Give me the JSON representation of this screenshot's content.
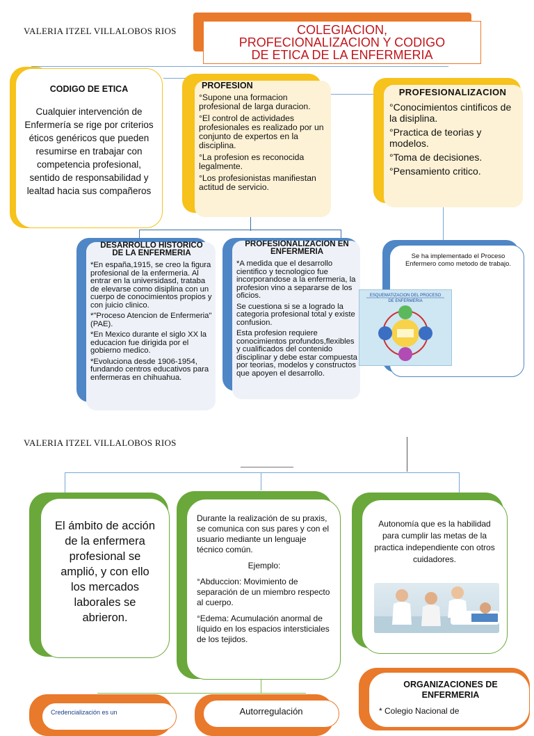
{
  "page1": {
    "author": "VALERIA ITZEL VILLALOBOS RIOS",
    "title": [
      "COLEGIACION,",
      "PROFECIONALIZACION Y CODIGO",
      "DE ETICA DE LA ENFERMERIA"
    ],
    "codigo": {
      "heading": "CODIGO DE ETICA",
      "body": "Cualquier intervención de Enfermería se rige por criterios éticos genéricos que pueden resumirse en trabajar con competencia profesional, sentido de responsabilidad y lealtad hacia sus compañeros"
    },
    "profesion": {
      "heading": "PROFESION",
      "items": [
        "°Supone una formacion profesional de larga duracion.",
        "°El control de actividades profesionales es realizado por un conjunto de expertos en la disciplina.",
        "°La profesion es reconocida legalmente.",
        "°Los profesionistas manifiestan actitud de servicio."
      ]
    },
    "profesionalizacion": {
      "heading": "PROFESIONALIZACION",
      "items": [
        "°Conocimientos cintificos de la disiplina.",
        "°Practica de teorias y modelos.",
        "°Toma de decisiones.",
        "°Pensamiento critico."
      ]
    },
    "desarrollo": {
      "heading": "DESARROLLO HISTORICO DE LA ENFERMERIA",
      "items": [
        "*En españa,1915, se creo la figura profesional de la enfermeria. Al entrar en la universidasd, trataba de elevarse como disiplina con un cuerpo de conocimientos propios y con juicio clinico.",
        "*\"Proceso Atencion de Enfermeria\" (PAE).",
        "*En Mexico durante el siglo XX la educacion fue dirigida por el gobierno medico.",
        "*Evoluciona desde 1906-1954, fundando centros educativos para enfermeras en chihuahua."
      ]
    },
    "prof_enf": {
      "heading": "PROFESIONALIZACION EN ENFERMERIA",
      "items": [
        "*A medida que el desarrollo cientifico y tecnologico fue incorporandose a la enfermeria, la profesion vino a separarse de los oficios.",
        "Se cuestiona si se a logrado la categoria profesional total y existe confusion.",
        "Esta profesion requiere conocimientos profundos,flexibles y cualificados del contenido disciplinar y debe estar compuesta por teorias, modelos y constructos que apoyen el desarrollo."
      ]
    },
    "proceso": {
      "text": "Se ha implementado el Proceso Enfermero como metodo de trabajo.",
      "diagram_title": [
        "ESQUEMATIZACION DEL PROCESO",
        "DE ENFERMERIA"
      ]
    }
  },
  "page2": {
    "author": "VALERIA ITZEL VILLALOBOS RIOS",
    "box1": "El ámbito de acción de la enfermera profesional se amplió, y con ello los mercados laborales se abrieron.",
    "box2": {
      "intro": "Durante la realización de su praxis, se comunica con sus pares y con el usuario mediante un lenguaje técnico común.",
      "ejemplo": "Ejemplo:",
      "items": [
        "°Abduccion: Movimiento de separación de un miembro respecto al cuerpo.",
        "°Edema: Acumulación anormal de líquido en los espacios intersticiales de los tejidos."
      ]
    },
    "box3": "Autonomía que es la habilidad para cumplir las metas de la practica independiente con otros cuidadores.",
    "org_heading": "ORGANIZACIONES DE ENFERMERIA",
    "org_item": "* Colegio Nacional de",
    "bottom_left": "Credencialización es un",
    "bottom_mid": "Autorregulación"
  },
  "colors": {
    "title_red": "#c0161c",
    "orange": "#e9792b",
    "yellow": "#f6c21b",
    "blue": "#4f86c6",
    "green": "#6aa83b"
  }
}
